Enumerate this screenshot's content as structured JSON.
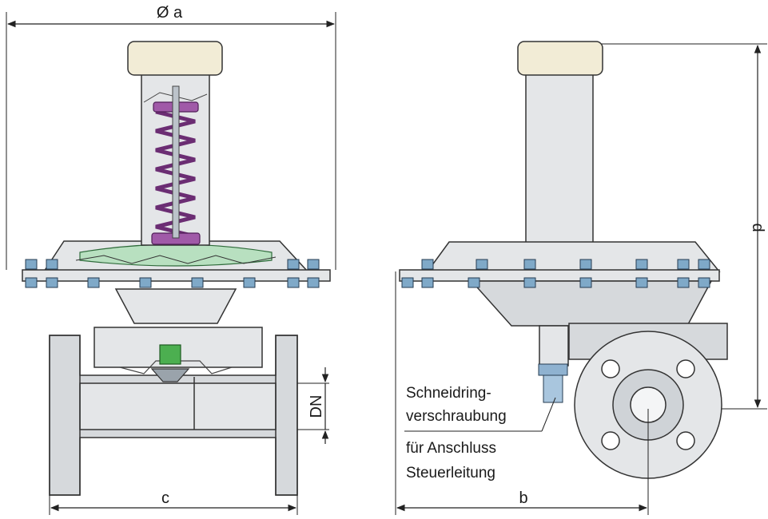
{
  "dimensions": {
    "a": "Ø a",
    "b": "b",
    "c": "c",
    "d": "d",
    "dn": "DN"
  },
  "callout": {
    "line1": "Schneidring-",
    "line2": "verschraubung",
    "line3": "für Anschluss",
    "line4": "Steuerleitung"
  },
  "colors": {
    "spring": "#a05aa8",
    "diaphragm": "#b8e0c0",
    "cap": "#f2ecd6",
    "bolts": "#7fa9c8",
    "housing": "#e4e6e8",
    "valve_seat": "#4caf50"
  }
}
